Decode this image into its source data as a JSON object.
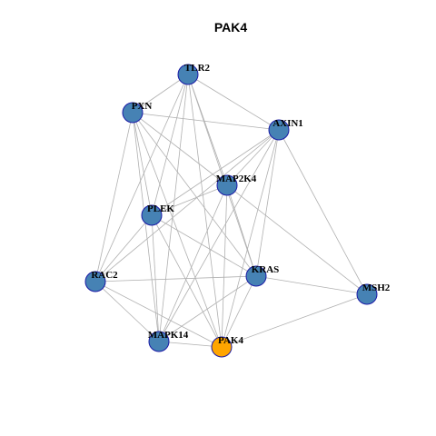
{
  "title": "PAK4",
  "colors": {
    "node_fill": "#4682B4",
    "node_stroke": "#1A1AA6",
    "highlight_fill": "#FFA500",
    "edge": "#B0B0B0"
  },
  "nodes": [
    {
      "id": "TLR2",
      "label": "TLR2",
      "highlight": false
    },
    {
      "id": "PXN",
      "label": "PXN",
      "highlight": false
    },
    {
      "id": "AXIN1",
      "label": "AXIN1",
      "highlight": false
    },
    {
      "id": "MAP2K4",
      "label": "MAP2K4",
      "highlight": false
    },
    {
      "id": "PLEK",
      "label": "PLEK",
      "highlight": false
    },
    {
      "id": "RAC2",
      "label": "RAC2",
      "highlight": false
    },
    {
      "id": "KRAS",
      "label": "KRAS",
      "highlight": false
    },
    {
      "id": "MSH2",
      "label": "MSH2",
      "highlight": false
    },
    {
      "id": "MAPK14",
      "label": "MAPK14",
      "highlight": false
    },
    {
      "id": "PAK4",
      "label": "PAK4",
      "highlight": true
    }
  ],
  "edges": [
    [
      "TLR2",
      "PXN"
    ],
    [
      "TLR2",
      "AXIN1"
    ],
    [
      "TLR2",
      "MAP2K4"
    ],
    [
      "TLR2",
      "PLEK"
    ],
    [
      "TLR2",
      "RAC2"
    ],
    [
      "TLR2",
      "KRAS"
    ],
    [
      "TLR2",
      "MAPK14"
    ],
    [
      "TLR2",
      "PAK4"
    ],
    [
      "PXN",
      "AXIN1"
    ],
    [
      "PXN",
      "MAP2K4"
    ],
    [
      "PXN",
      "PLEK"
    ],
    [
      "PXN",
      "RAC2"
    ],
    [
      "PXN",
      "KRAS"
    ],
    [
      "PXN",
      "MAPK14"
    ],
    [
      "PXN",
      "PAK4"
    ],
    [
      "AXIN1",
      "MAP2K4"
    ],
    [
      "AXIN1",
      "PLEK"
    ],
    [
      "AXIN1",
      "KRAS"
    ],
    [
      "AXIN1",
      "MSH2"
    ],
    [
      "AXIN1",
      "MAPK14"
    ],
    [
      "AXIN1",
      "PAK4"
    ],
    [
      "AXIN1",
      "RAC2"
    ],
    [
      "MAP2K4",
      "PLEK"
    ],
    [
      "MAP2K4",
      "KRAS"
    ],
    [
      "MAP2K4",
      "MSH2"
    ],
    [
      "MAP2K4",
      "MAPK14"
    ],
    [
      "MAP2K4",
      "PAK4"
    ],
    [
      "PLEK",
      "RAC2"
    ],
    [
      "PLEK",
      "KRAS"
    ],
    [
      "PLEK",
      "MAPK14"
    ],
    [
      "PLEK",
      "PAK4"
    ],
    [
      "RAC2",
      "KRAS"
    ],
    [
      "RAC2",
      "MAPK14"
    ],
    [
      "RAC2",
      "PAK4"
    ],
    [
      "KRAS",
      "MSH2"
    ],
    [
      "KRAS",
      "MAPK14"
    ],
    [
      "KRAS",
      "PAK4"
    ],
    [
      "MSH2",
      "PAK4"
    ],
    [
      "MAPK14",
      "PAK4"
    ]
  ]
}
